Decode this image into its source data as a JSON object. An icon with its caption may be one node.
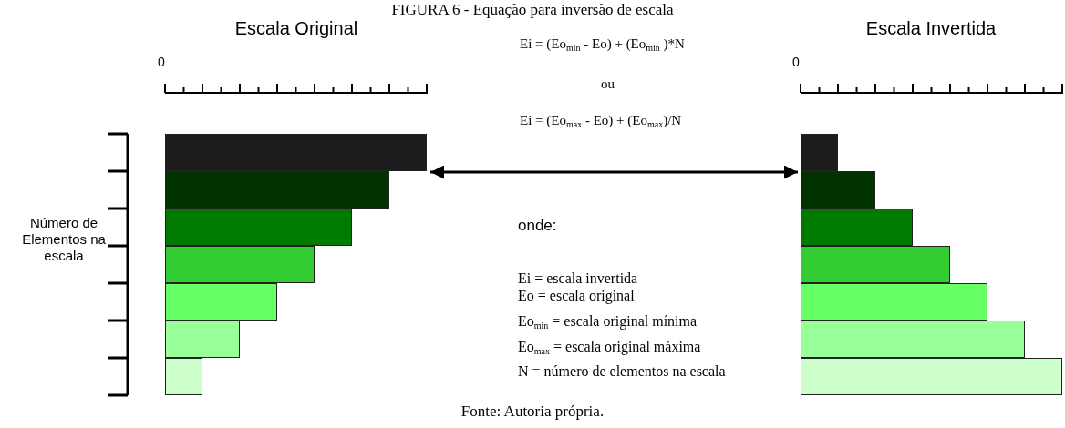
{
  "diagram": {
    "title": "FIGURA 6 - Equação para inversão de escala",
    "caption": "Fonte: Autoria própria.",
    "nodes": [
      {
        "text": [
          "Escala Original"
        ]
      },
      {
        "text": [],
        "shape": "bar",
        "in": 0
      },
      {
        "text": [],
        "shape": "bar",
        "in": 0
      },
      {
        "text": [],
        "shape": "bar",
        "in": 0
      },
      {
        "text": [],
        "shape": "bar",
        "in": 0
      },
      {
        "text": [],
        "shape": "bar",
        "in": 0
      },
      {
        "text": [],
        "shape": "bar",
        "in": 0
      },
      {
        "text": [],
        "shape": "bar",
        "in": 0
      },
      {
        "text": [
          "Escala Invertida"
        ]
      },
      {
        "text": [],
        "shape": "bar",
        "in": 8
      },
      {
        "text": [],
        "shape": "bar",
        "in": 8
      },
      {
        "text": [],
        "shape": "bar",
        "in": 8
      },
      {
        "text": [],
        "shape": "bar",
        "in": 8
      },
      {
        "text": [],
        "shape": "bar",
        "in": 8
      },
      {
        "text": [],
        "shape": "bar",
        "in": 8
      },
      {
        "text": [],
        "shape": "bar",
        "in": 8
      }
    ],
    "edges": [
      {
        "from": 0,
        "to": 8,
        "arrow": "both"
      }
    ],
    "labels": [
      "0",
      "Ei = (Eo$_{min}$ - Eo) + (Eo$_{min}$ )*N",
      "0",
      "ou",
      "Ei = (Eo$_{max}$ - Eo) + (Eo$_{max}$)/N",
      "Número de Elementos na escala",
      "onde:",
      "Ei  = escala invertida",
      "Eo = escala original",
      "Eo$_{min}$ = escala original mínima",
      "Eo$_{max}$ = escala original máxima",
      "N = número de elementos na escala"
    ]
  }
}
